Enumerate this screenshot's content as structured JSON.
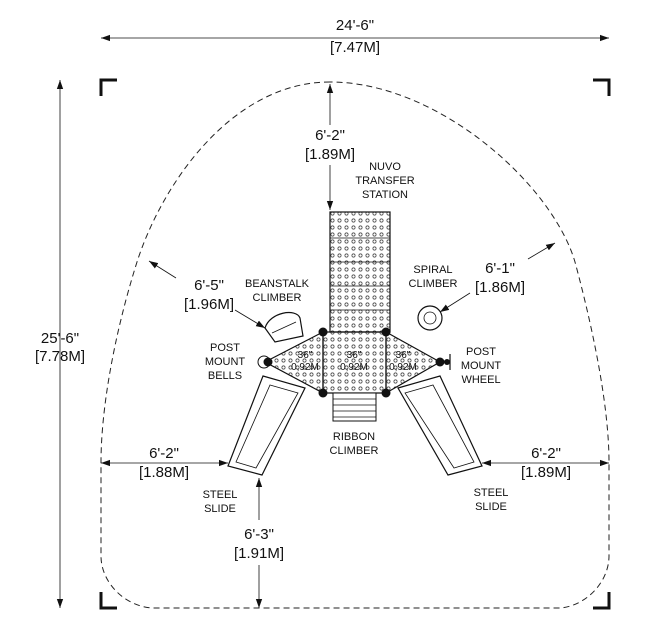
{
  "overall": {
    "width": {
      "imperial": "24'-6\"",
      "metric": "[7.47M]"
    },
    "depth": {
      "imperial": "25'-6\"",
      "metric": "[7.78M]"
    }
  },
  "clearances": {
    "top": {
      "imperial": "6'-2\"",
      "metric": "[1.89M]"
    },
    "upper_left": {
      "imperial": "6'-5\"",
      "metric": "[1.96M]"
    },
    "upper_right": {
      "imperial": "6'-1\"",
      "metric": "[1.86M]"
    },
    "left": {
      "imperial": "6'-2\"",
      "metric": "[1.88M]"
    },
    "right": {
      "imperial": "6'-2\"",
      "metric": "[1.89M]"
    },
    "bottom": {
      "imperial": "6'-3\"",
      "metric": "[1.91M]"
    }
  },
  "components": {
    "transfer_station": [
      "NUVO",
      "TRANSFER",
      "STATION"
    ],
    "beanstalk_climber": [
      "BEANSTALK",
      "CLIMBER"
    ],
    "spiral_climber": [
      "SPIRAL",
      "CLIMBER"
    ],
    "post_mount_bells": [
      "POST",
      "MOUNT",
      "BELLS"
    ],
    "post_mount_wheel": [
      "POST",
      "MOUNT",
      "WHEEL"
    ],
    "ribbon_climber": [
      "RIBBON",
      "CLIMBER"
    ],
    "steel_slide_left": [
      "STEEL",
      "SLIDE"
    ],
    "steel_slide_right": [
      "STEEL",
      "SLIDE"
    ]
  },
  "decks": [
    {
      "imperial": "36\"",
      "metric": "0,92M"
    },
    {
      "imperial": "36\"",
      "metric": "0,92M"
    },
    {
      "imperial": "36\"",
      "metric": "0,92M"
    }
  ]
}
